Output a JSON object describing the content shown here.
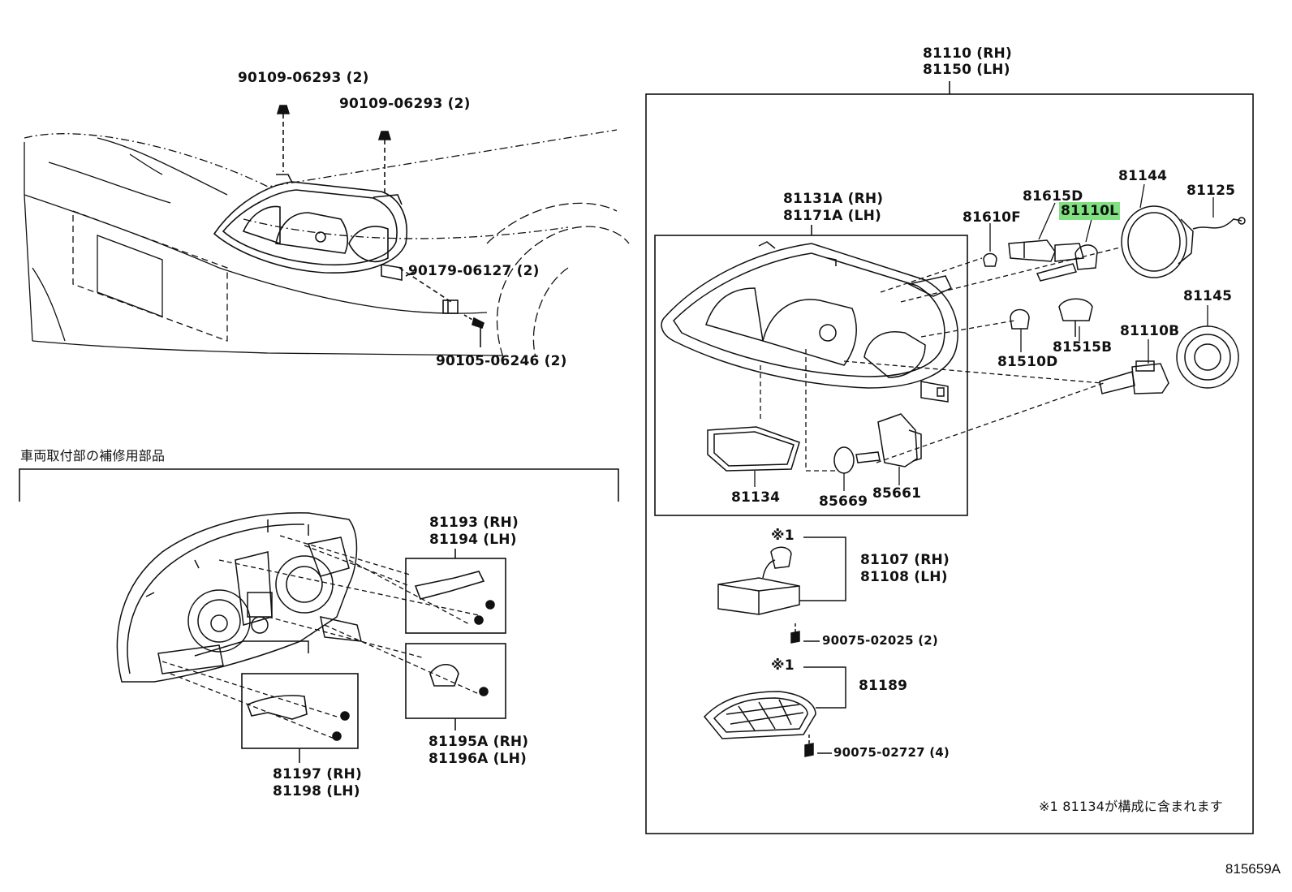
{
  "left_top_labels": {
    "screw_a": "90109-06293 (2)",
    "screw_b": "90109-06293 (2)",
    "nut": "90179-06127 (2)",
    "bolt": "90105-06246 (2)"
  },
  "repair_section": {
    "title": "車両取付部の補修用部品",
    "bracket_upper": [
      "81193 (RH)",
      "81194 (LH)"
    ],
    "bracket_mid": [
      "81195A (RH)",
      "81196A (LH)"
    ],
    "bracket_lower": [
      "81197 (RH)",
      "81198 (LH)"
    ]
  },
  "assembly": {
    "header": [
      "81110 (RH)",
      "81150 (LH)"
    ],
    "housing": [
      "81131A (RH)",
      "81171A (LH)"
    ],
    "gasket": "81134",
    "ring": "85669",
    "socket": "85661",
    "bulb_small": "81610F",
    "bulb_h": "81615D",
    "bulb_highlighted": "81110L",
    "cover": "81144",
    "wire": "81125",
    "cover_b": "81145",
    "bulb_b": "81110B",
    "bulb_t": "81510D",
    "socket_b": "81515B",
    "ballast": [
      "81107 (RH)",
      "81108 (LH)"
    ],
    "ballast_note": "※1",
    "ballast_screw": "90075-02025 (2)",
    "grille": "81189",
    "grille_note": "※1",
    "grille_screw": "90075-02727 (4)",
    "footnote": "※1 81134が構成に含まれます"
  },
  "diagram_code": "815659A",
  "colors": {
    "highlight": "#7fe17f",
    "line": "#111111"
  }
}
